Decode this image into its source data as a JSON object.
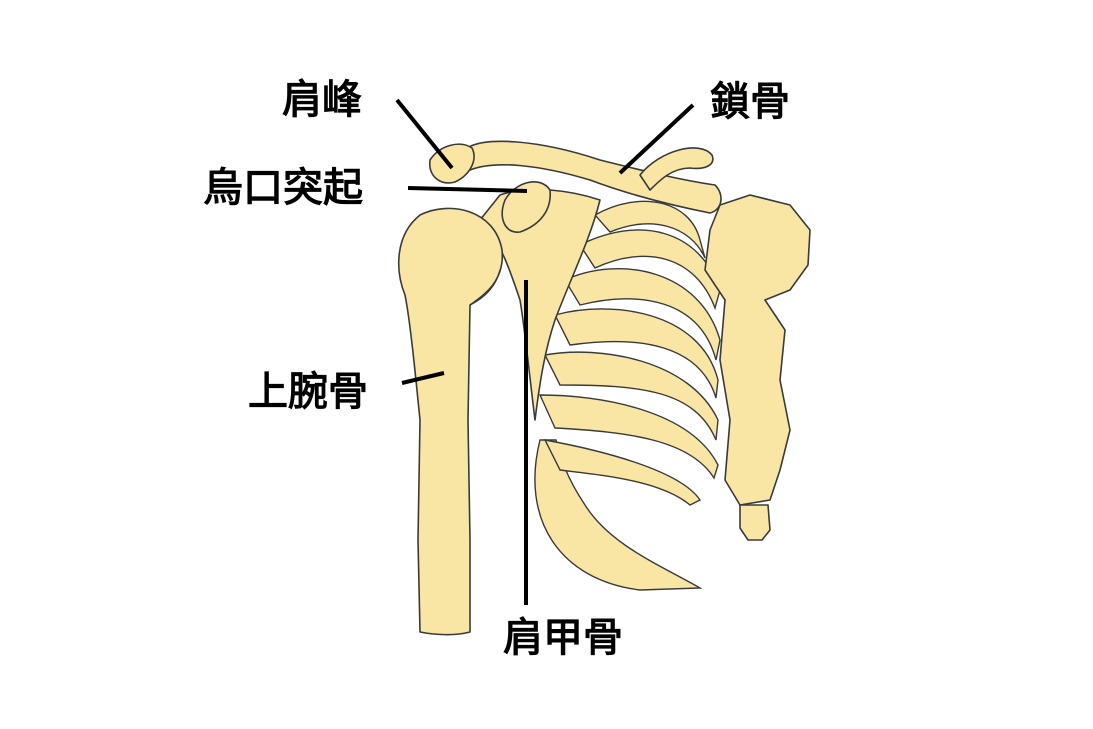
{
  "labels": {
    "acromion": "肩峰",
    "clavicle": "鎖骨",
    "coracoid": "烏口突起",
    "humerus": "上腕骨",
    "scapula": "肩甲骨"
  },
  "colors": {
    "bone_fill": "#f9e6a5",
    "outline": "#3a3a3a",
    "leader": "#000000",
    "background": "#ffffff"
  }
}
